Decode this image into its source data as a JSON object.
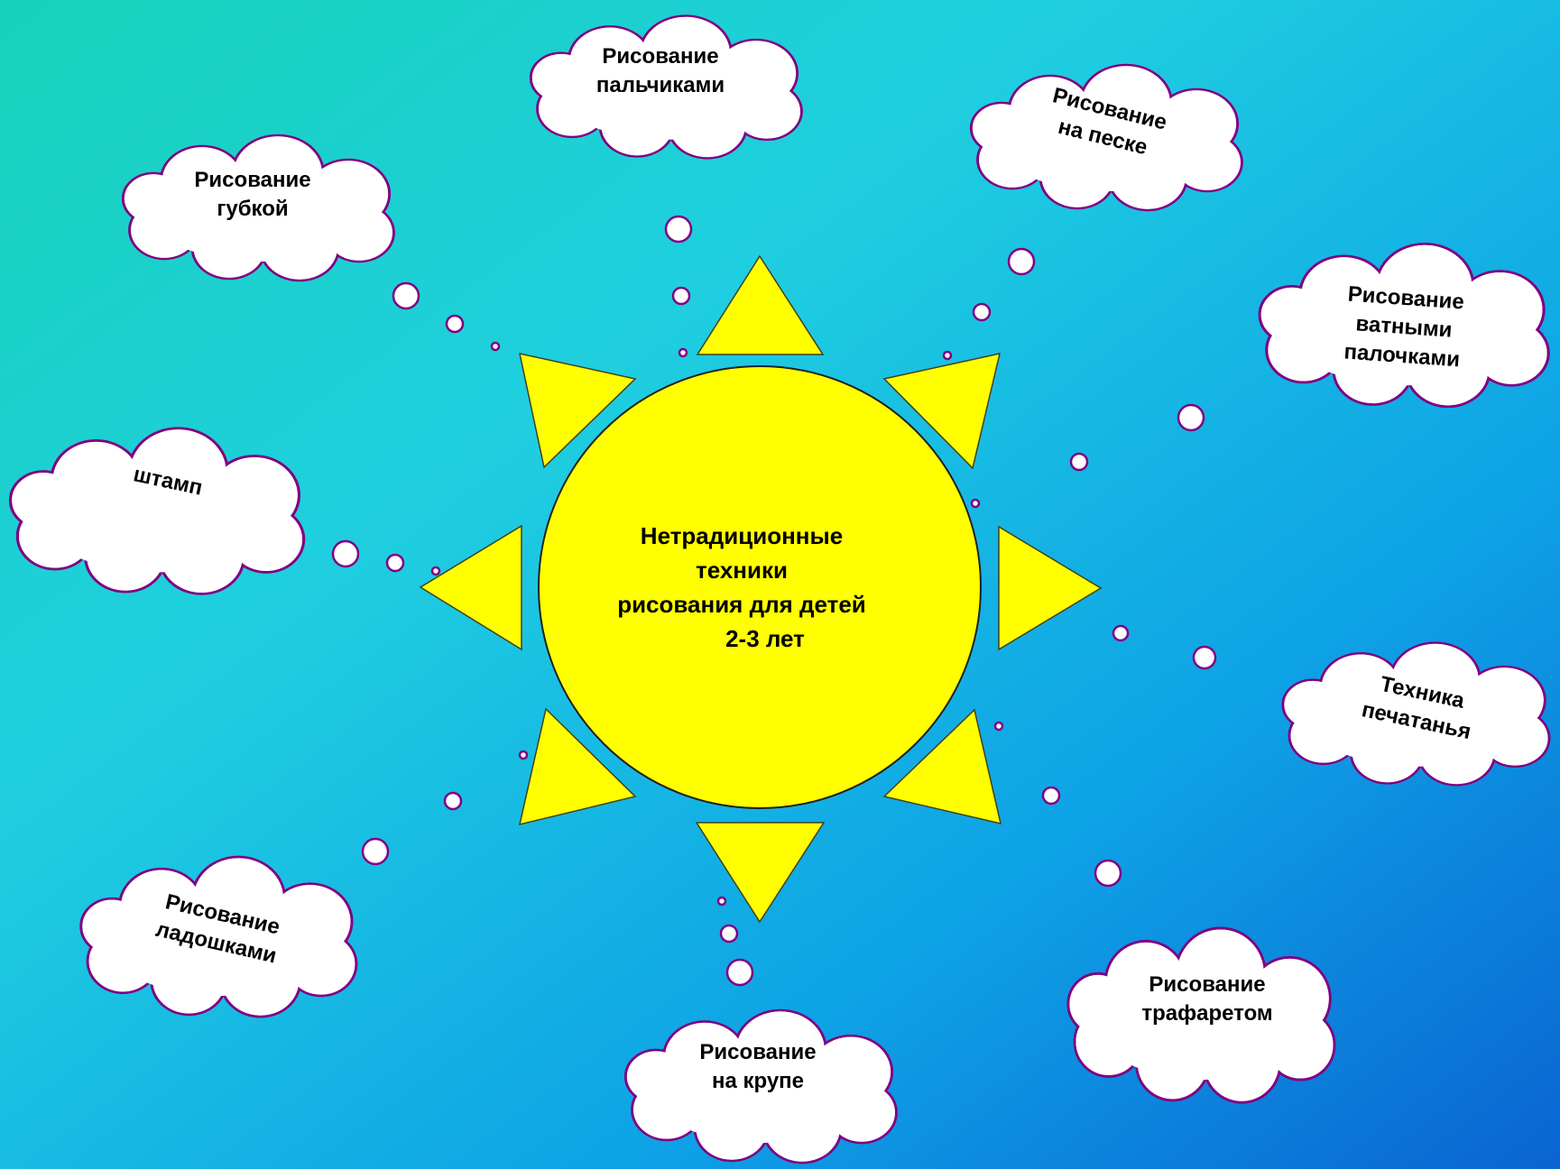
{
  "colors": {
    "background_top_left": "#17d2b9",
    "background_middle": "#1fcfe0",
    "background_bottom_right": "#0a64d2",
    "sun": "#ffff00",
    "cloud_fill": "#ffffff",
    "cloud_outline": "#800080"
  },
  "sun": {
    "lines": [
      "Нетрадиционные",
      "техники",
      "рисования для детей",
      "2-3 лет"
    ]
  },
  "clouds": {
    "finger": {
      "lines": [
        "Рисование",
        "пальчиками"
      ]
    },
    "sand": {
      "lines": [
        "Рисование",
        "на песке"
      ]
    },
    "cotton": {
      "lines": [
        "Рисование",
        "ватными",
        "палочками"
      ]
    },
    "sponge": {
      "lines": [
        "Рисование",
        "губкой"
      ]
    },
    "stamp": {
      "lines": [
        "штамп"
      ]
    },
    "printing": {
      "lines": [
        "Техника",
        "печатанья"
      ]
    },
    "palms": {
      "lines": [
        "Рисование",
        "ладошками"
      ]
    },
    "stencil": {
      "lines": [
        "Рисование",
        "трафаретом"
      ]
    },
    "groats": {
      "lines": [
        "Рисование",
        "на крупе"
      ]
    }
  }
}
